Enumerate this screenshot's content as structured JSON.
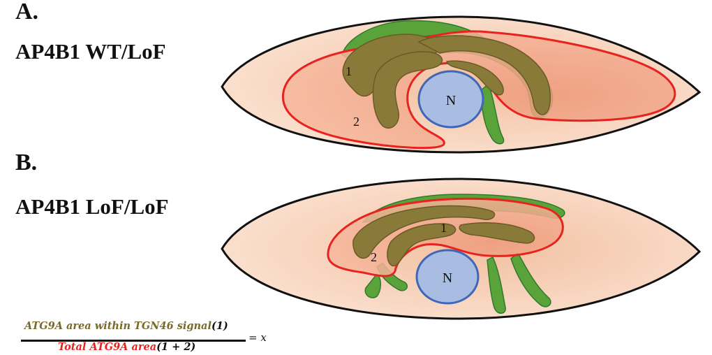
{
  "panels": [
    {
      "letter": "A.",
      "title": "AP4B1 WT/LoF",
      "nucleus_label": "N",
      "region1_label": "1",
      "region2_label": "2"
    },
    {
      "letter": "B.",
      "title": "AP4B1 LoF/LoF",
      "nucleus_label": "N",
      "region1_label": "1",
      "region2_label": "2"
    }
  ],
  "formula": {
    "numerator_text": "ATG9A area within TGN46 signal",
    "numerator_paren": "(1)",
    "denominator_text": "Total ATG9A area",
    "denominator_paren": "(1 + 2)",
    "equals": "= x"
  },
  "colors": {
    "cell_fill": "#f5d3bd",
    "cell_outline": "#111111",
    "golgi_tgn46": "#5aa33a",
    "atg9a_outline": "#e8231f",
    "atg9a_fill": "#f0a88a",
    "overlap": "#8a7a3a",
    "nucleus": "#a9bde3",
    "nucleus_outline": "#3f66b8"
  }
}
